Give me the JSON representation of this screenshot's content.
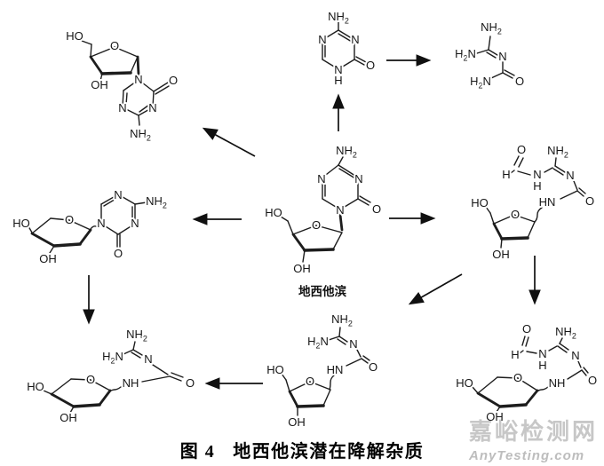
{
  "figure": {
    "caption_prefix": "图 4",
    "caption_title": "地西他滨潜在降解杂质",
    "molecule_label": "地西他滨"
  },
  "watermark": {
    "site_name": "嘉峪检测网",
    "site_url": "AnyTesting.com"
  },
  "atoms": {
    "HO": "HO",
    "OH": "OH",
    "O": "O",
    "N": "N",
    "H": "H",
    "NH": "NH",
    "HN": "HN",
    "sub2": "2"
  }
}
